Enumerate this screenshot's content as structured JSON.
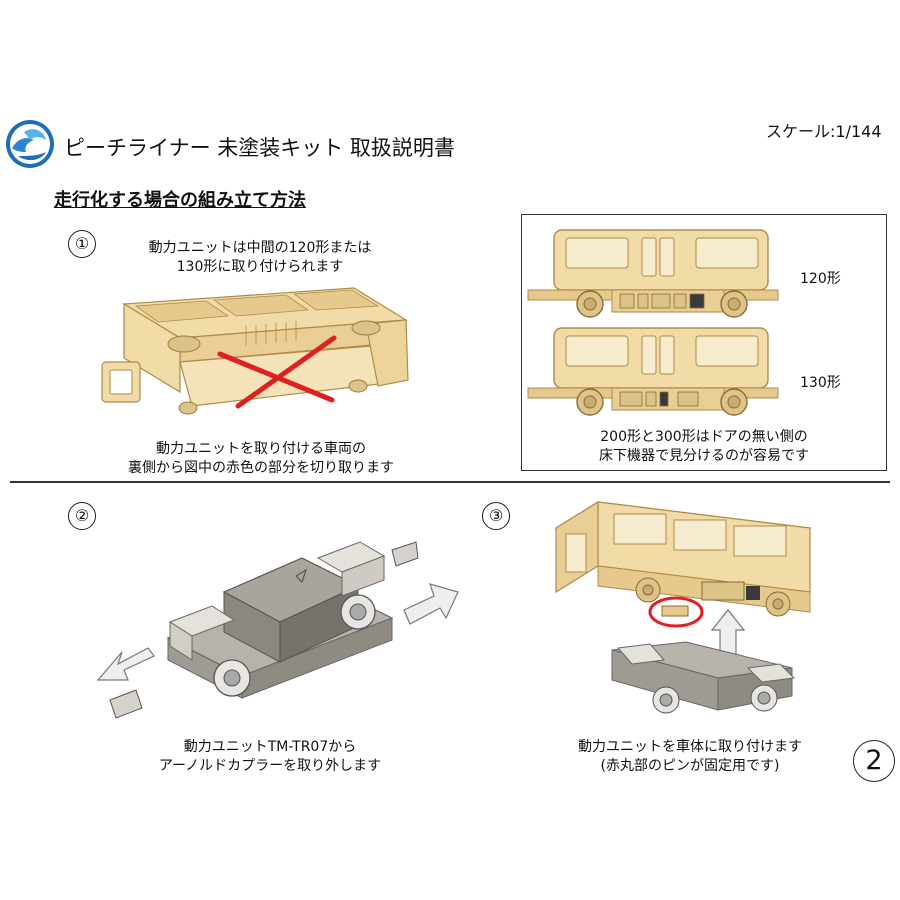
{
  "header": {
    "title": "ピーチライナー 未塗装キット 取扱説明書",
    "scale": "スケール:1/144",
    "logo_icon": "wave-logo-icon"
  },
  "section_title": "走行化する場合の組み立て方法",
  "steps": [
    {
      "number": "①",
      "caption_top": [
        "動力ユニットは中間の120形または",
        "130形に取り付けられます"
      ],
      "caption_bottom": [
        "動力ユニットを取り付ける車両の",
        "裏側から図中の赤色の部分を切り取ります"
      ]
    },
    {
      "number": "②",
      "caption": [
        "動力ユニットTM-TR07から",
        "アーノルドカプラーを取り外します"
      ]
    },
    {
      "number": "③",
      "caption": [
        "動力ユニットを車体に取り付けます",
        "(赤丸部のピンが固定用です)"
      ]
    }
  ],
  "comparison_box": {
    "label_120": "120形",
    "label_130": "130形",
    "caption": [
      "200形と300形はドアの無い側の",
      "床下機器で見分けるのが容易です"
    ]
  },
  "page_number": "2",
  "colors": {
    "kit_body": "#f1dba6",
    "kit_outline": "#b08a4a",
    "cut_mark": "#e02020",
    "motor_gray": "#a9a49c",
    "motor_light": "#e5e2dc",
    "arrow_fill": "#eeeeee"
  }
}
